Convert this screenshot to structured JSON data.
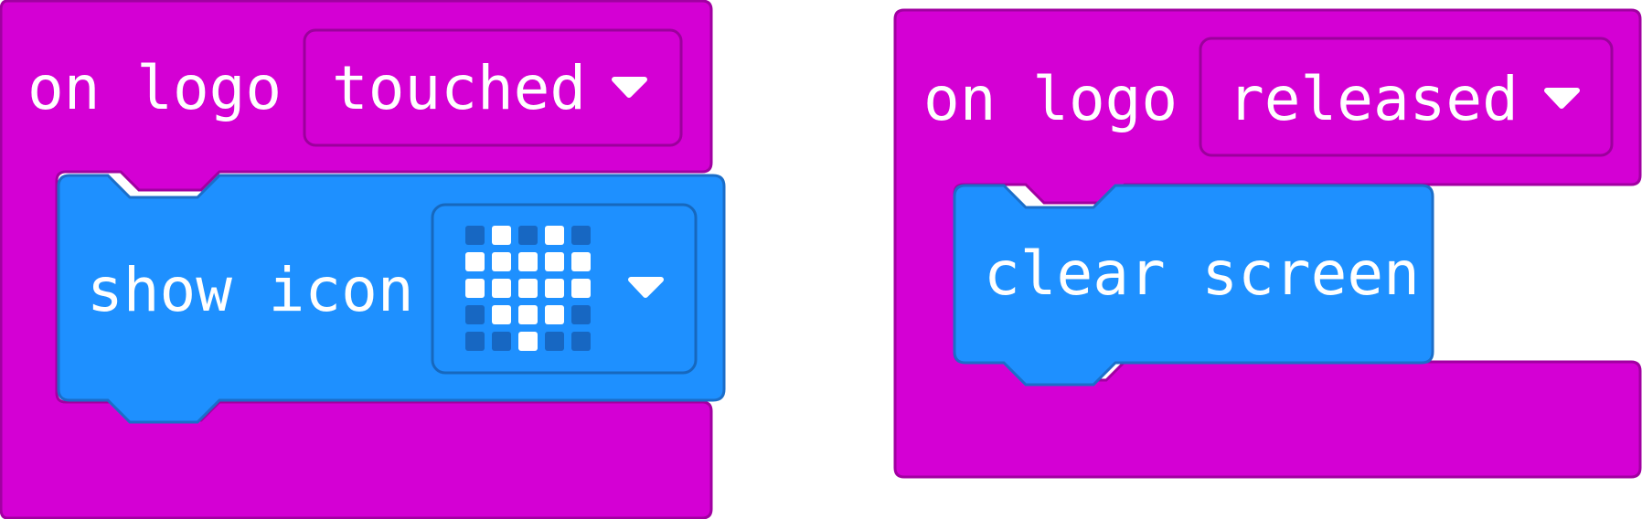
{
  "colors": {
    "event_block": "#d400d4",
    "event_block_border": "#a100a1",
    "statement_block": "#1e90ff",
    "statement_block_border": "#1b6ec9",
    "led_on": "#ffffff",
    "led_off": "#1767c2",
    "text": "#ffffff"
  },
  "block_left": {
    "prefix": "on logo",
    "dropdown_value": "touched",
    "dropdown_icon": "caret-down-icon",
    "statement": {
      "label": "show icon",
      "icon_dropdown_icon": "caret-down-icon",
      "led_grid": [
        [
          0,
          1,
          0,
          1,
          0
        ],
        [
          1,
          1,
          1,
          1,
          1
        ],
        [
          1,
          1,
          1,
          1,
          1
        ],
        [
          0,
          1,
          1,
          1,
          0
        ],
        [
          0,
          0,
          1,
          0,
          0
        ]
      ]
    }
  },
  "block_right": {
    "prefix": "on logo",
    "dropdown_value": "released",
    "dropdown_icon": "caret-down-icon",
    "statement": {
      "label": "clear screen"
    }
  }
}
